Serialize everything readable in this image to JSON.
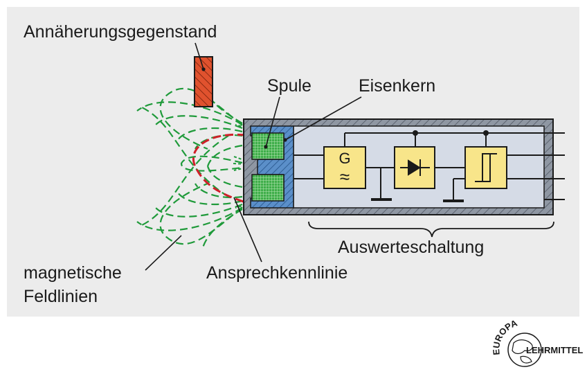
{
  "labels": {
    "target_object": "Annäherungsgegenstand",
    "coil": "Spule",
    "iron_core": "Eisenkern",
    "response_curve": "Ansprechkennlinie",
    "evaluation_circuit": "Auswerteschaltung",
    "field_lines_1": "magnetische",
    "field_lines_2": "Feldlinien"
  },
  "blocks": {
    "generator_letter": "G",
    "generator_symbol": "≈"
  },
  "logo": {
    "arc_text": "EUROPA",
    "name": "LEHRMITTEL"
  },
  "colors": {
    "background_panel": "#ececec",
    "housing": "#8f97a3",
    "housing_inner": "#d5dbe6",
    "iron_core": "#5b8fc9",
    "coil": "#3fae4a",
    "block_fill": "#f8e58a",
    "target": "#e0522e",
    "field_lines": "#1f9a3a",
    "response_curve": "#d0202a"
  }
}
